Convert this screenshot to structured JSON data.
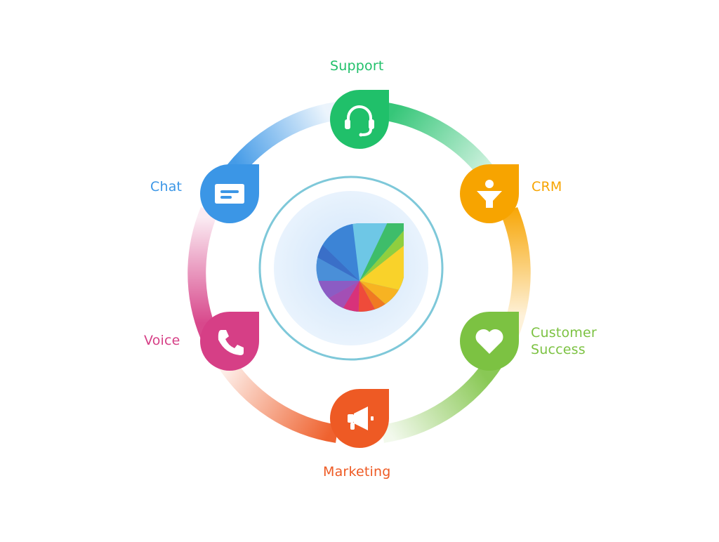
{
  "diagram": {
    "center_logo": "freshworks-logo",
    "nodes": [
      {
        "id": "support",
        "label": "Support",
        "icon": "headset-icon",
        "color": "#20c06a"
      },
      {
        "id": "crm",
        "label": "CRM",
        "icon": "funnel-user-icon",
        "color": "#f7a400"
      },
      {
        "id": "success",
        "label_lines": [
          "Customer",
          "Success"
        ],
        "icon": "heart-icon",
        "color": "#7cc242"
      },
      {
        "id": "marketing",
        "label": "Marketing",
        "icon": "megaphone-icon",
        "color": "#ee5a24"
      },
      {
        "id": "voice",
        "label": "Voice",
        "icon": "phone-icon",
        "color": "#d63f86"
      },
      {
        "id": "chat",
        "label": "Chat",
        "icon": "chat-bubble-icon",
        "color": "#3b96e6"
      }
    ]
  },
  "colors": {
    "center_fill": "#d7e9fb",
    "center_ring": "#7ec8d9"
  }
}
